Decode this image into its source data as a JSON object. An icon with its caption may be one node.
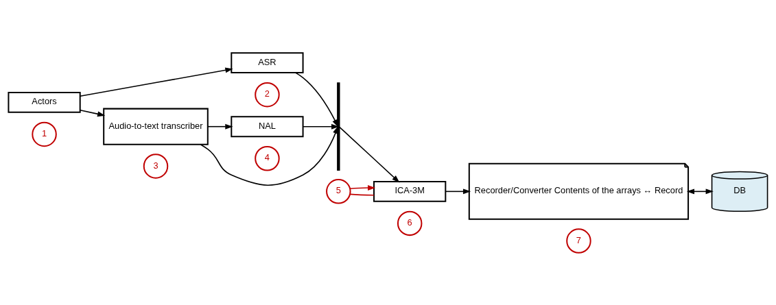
{
  "diagram": {
    "nodes": [
      {
        "text": [
          "Actors"
        ]
      },
      {
        "text": [
          "1"
        ]
      },
      {
        "text": [
          "ASR"
        ]
      },
      {
        "text": [
          "2"
        ]
      },
      {
        "text": [
          "Audio-to-text transcriber"
        ]
      },
      {
        "text": [
          "3"
        ]
      },
      {
        "text": [
          "NAL"
        ]
      },
      {
        "text": [
          "4"
        ]
      },
      {
        "text": [],
        "shape": "brace"
      },
      {
        "text": [
          "5"
        ]
      },
      {
        "text": [
          "ICA-3M"
        ]
      },
      {
        "text": [
          "6"
        ]
      },
      {
        "text": [
          "Recorder/Converter Contents of the arrays ↔ Record"
        ]
      },
      {
        "text": [
          "7"
        ]
      },
      {
        "text": [
          "DB"
        ]
      }
    ],
    "edges": [
      {
        "from": 0,
        "to": 2,
        "arrow": "to"
      },
      {
        "from": 0,
        "to": 4,
        "arrow": "to"
      },
      {
        "from": 4,
        "to": 6,
        "arrow": "to"
      },
      {
        "from": 2,
        "to": 8,
        "arrow": "to"
      },
      {
        "from": 4,
        "to": 8,
        "arrow": "to"
      },
      {
        "from": 6,
        "to": 8,
        "arrow": "to"
      },
      {
        "from": 8,
        "to": 10,
        "arrow": "to"
      },
      {
        "from": 9,
        "to": 10,
        "arrow": "none",
        "color": "#c00000"
      },
      {
        "from": 9,
        "to": 10,
        "arrow": "to",
        "color": "#c00000"
      },
      {
        "from": 10,
        "to": 12,
        "arrow": "to"
      },
      {
        "from": 12,
        "to": 14,
        "arrow": "both"
      }
    ]
  }
}
